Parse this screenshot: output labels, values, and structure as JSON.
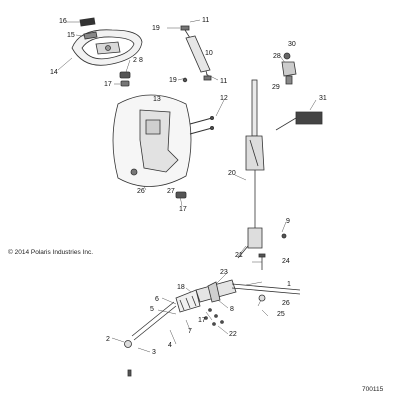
{
  "copyright": "© 2014 Polaris Industries Inc.",
  "diagram_number": "700115",
  "callouts": {
    "c16": "16",
    "c15": "15",
    "c14": "14",
    "c2a": "2",
    "c8a": "8",
    "c19a": "19",
    "c11a": "11",
    "c10": "10",
    "c19b": "19",
    "c11b": "11",
    "c30": "30",
    "c28": "28",
    "c29": "29",
    "c17a": "17",
    "c13": "13",
    "c12": "12",
    "c31": "31",
    "c26a": "26",
    "c27": "27",
    "c17b": "17",
    "c20": "20",
    "c9": "9",
    "c21": "21",
    "c24": "24",
    "c23": "23",
    "c1": "1",
    "c18": "18",
    "c6": "6",
    "c5": "5",
    "c7": "7",
    "c8b": "8",
    "c17c": "17",
    "c26b": "26",
    "c25": "25",
    "c22": "22",
    "c4": "4",
    "c2b": "2",
    "c3": "3"
  }
}
